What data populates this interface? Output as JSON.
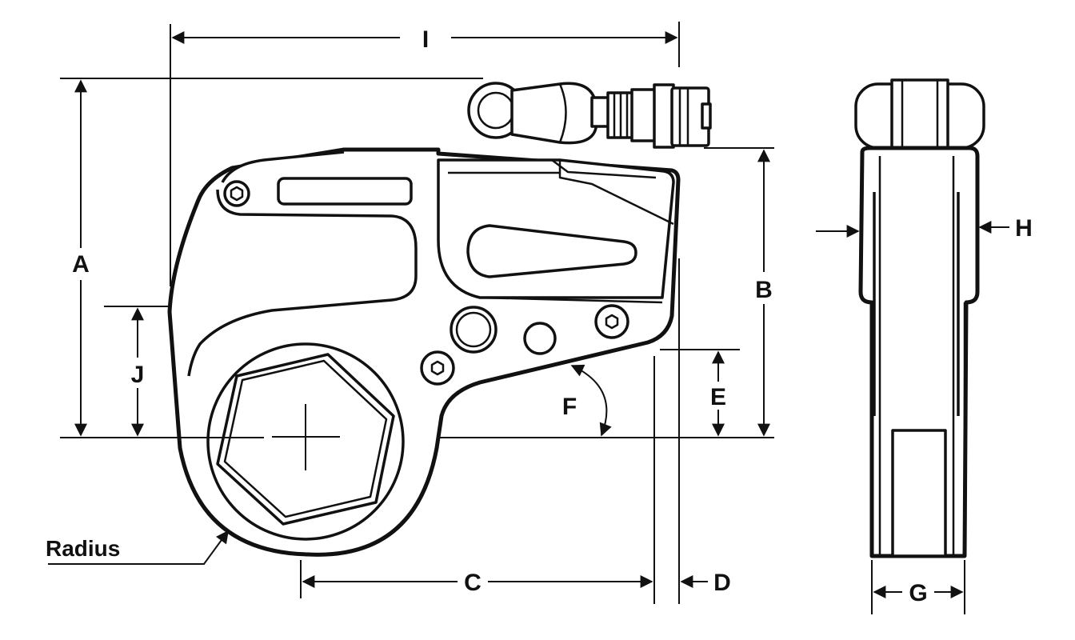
{
  "labels": {
    "A": "A",
    "B": "B",
    "C": "C",
    "D": "D",
    "E": "E",
    "F": "F",
    "G": "G",
    "H": "H",
    "I": "I",
    "J": "J",
    "radius": "Radius"
  },
  "colors": {
    "ink": "#111111",
    "paper": "#ffffff"
  }
}
